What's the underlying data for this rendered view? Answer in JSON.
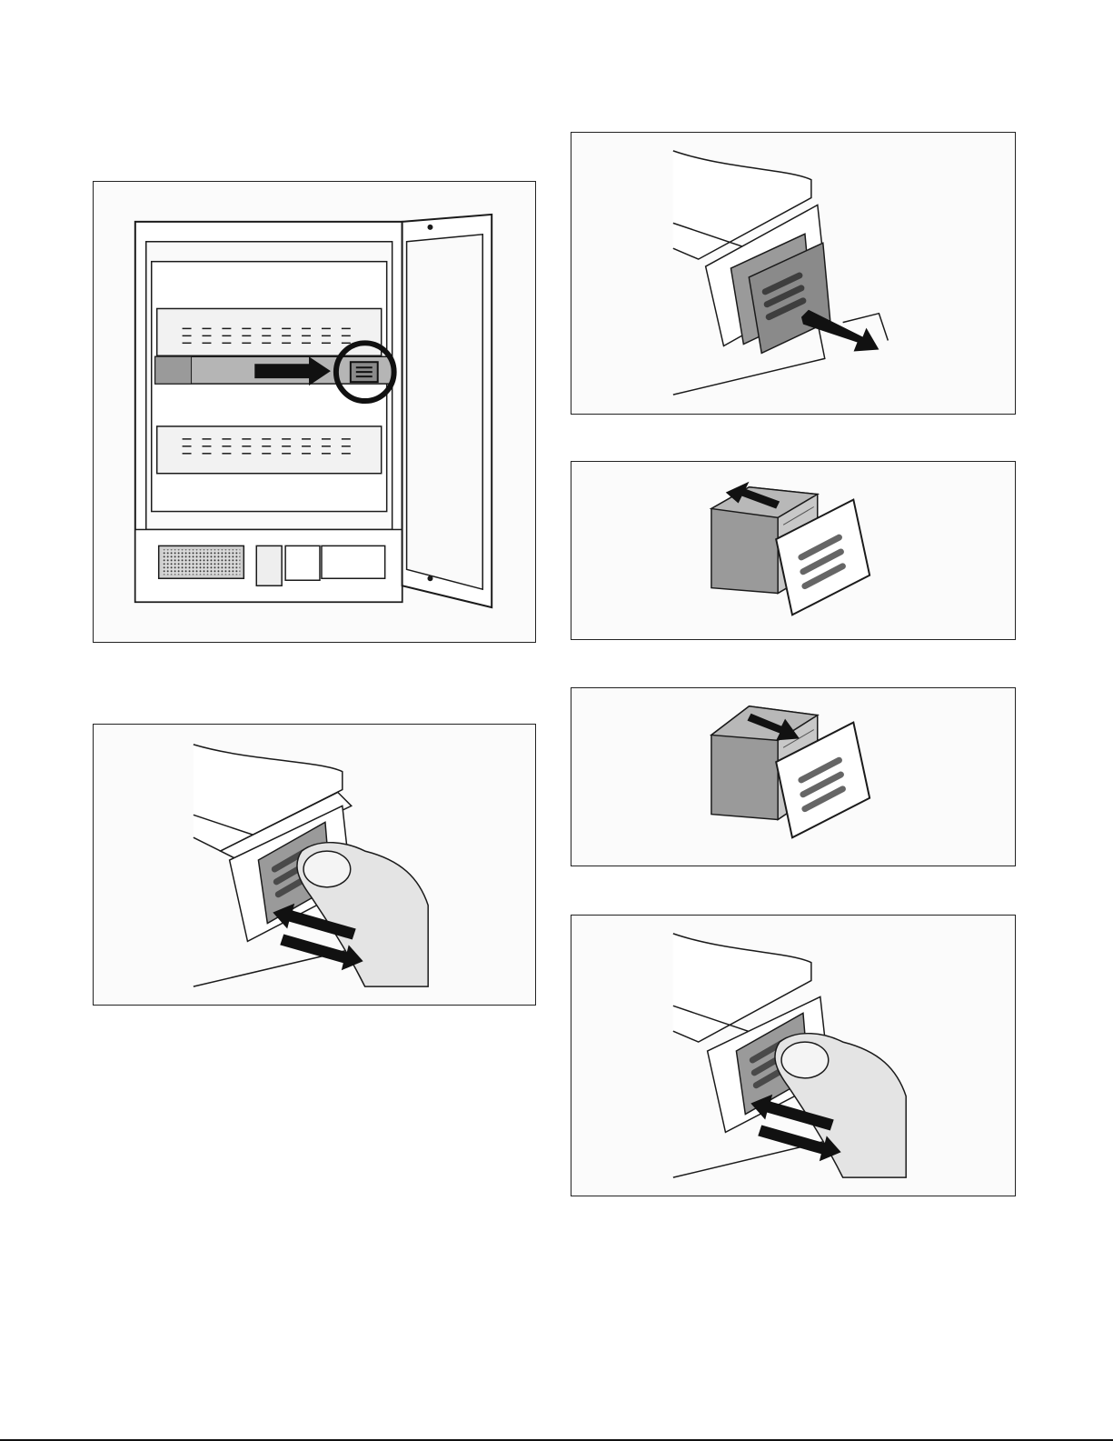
{
  "page": {
    "figures": [
      {
        "id": "fig1",
        "icon": "refrigerator-open-door-filter-location-illustration"
      },
      {
        "id": "fig2",
        "icon": "finger-pressing-filter-cover-illustration"
      },
      {
        "id": "fig3",
        "icon": "filter-cartridge-pulled-out-illustration"
      },
      {
        "id": "fig4",
        "icon": "filter-removed-from-cover-illustration"
      },
      {
        "id": "fig5",
        "icon": "new-filter-inserted-into-cover-illustration"
      },
      {
        "id": "fig6",
        "icon": "finger-pushing-filter-back-illustration"
      }
    ]
  },
  "colors": {
    "line": "#1a1a1a",
    "panel_bg": "#fbfbfb",
    "metal": "#9a9a9a",
    "grey_dark": "#6e6e6e",
    "grey_light": "#d6d6d6",
    "skin": "#e4e4e4"
  }
}
